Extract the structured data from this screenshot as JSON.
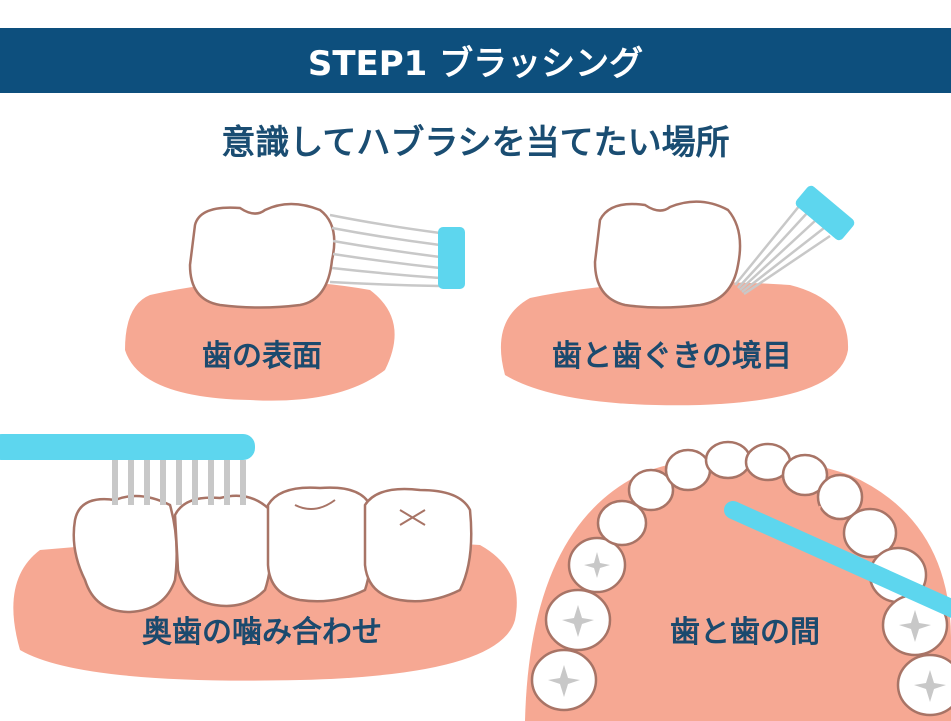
{
  "header": {
    "title": "STEP1 ブラッシング"
  },
  "subtitle": "意識してハブラシを当てたい場所",
  "panels": [
    {
      "label": "歯の表面"
    },
    {
      "label": "歯と歯ぐきの境目"
    },
    {
      "label": "奥歯の噛み合わせ"
    },
    {
      "label": "歯と歯の間"
    }
  ],
  "colors": {
    "header": "#0d4f7d",
    "text": "#1b4a6e",
    "gum": "#f6a893",
    "brush": "#5dd6ee",
    "bristle": "#c8c8c8"
  }
}
